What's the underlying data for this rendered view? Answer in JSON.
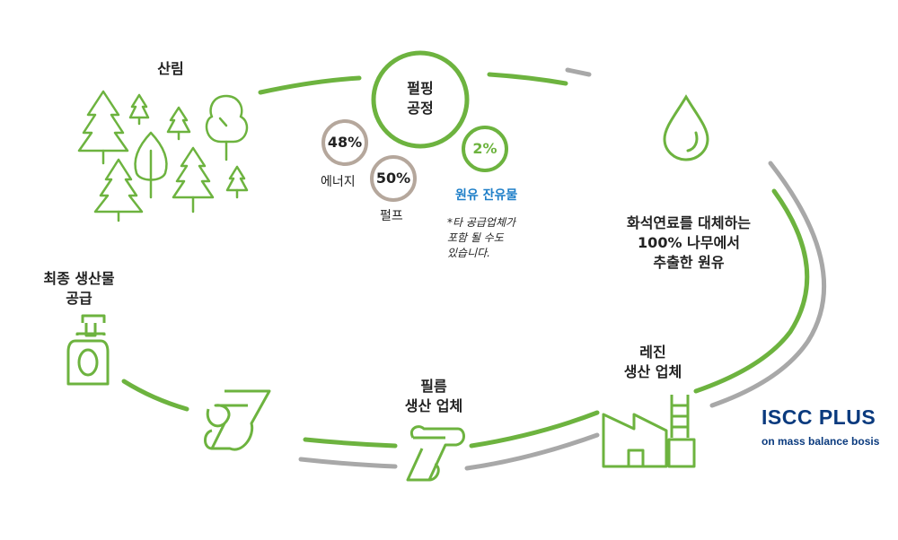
{
  "labels": {
    "forest": "산림",
    "pulping_line1": "펄핑",
    "pulping_line2": "공정",
    "energy": "에너지",
    "pulp": "펄프",
    "residue": "원유 잔유물",
    "note_line1": "*타 공급업체가",
    "note_line2": "포함 될 수도",
    "note_line3": "있습니다.",
    "oil_line1": "화석연료를 대체하는",
    "oil_line2": "100% 나무에서",
    "oil_line3": "추출한 원유",
    "resin_line1": "레진",
    "resin_line2": "생산 업체",
    "film_line1": "필름",
    "film_line2": "생산 업체",
    "final_line1": "최종 생산물",
    "final_line2": "공급"
  },
  "percentages": {
    "energy": "48%",
    "pulp": "50%",
    "residue": "2%"
  },
  "brand": {
    "name": "ISCC PLUS",
    "tagline": "on mass balance bosis"
  },
  "colors": {
    "green": "#6db33f",
    "gray": "#a8a8a8",
    "tan": "#b5a79c",
    "navy": "#0a3a7e",
    "blue": "#1f7fc8"
  },
  "icons": [
    "tree-icon",
    "drop-icon",
    "factory-icon",
    "film-roll-icon",
    "bottle-icon"
  ]
}
